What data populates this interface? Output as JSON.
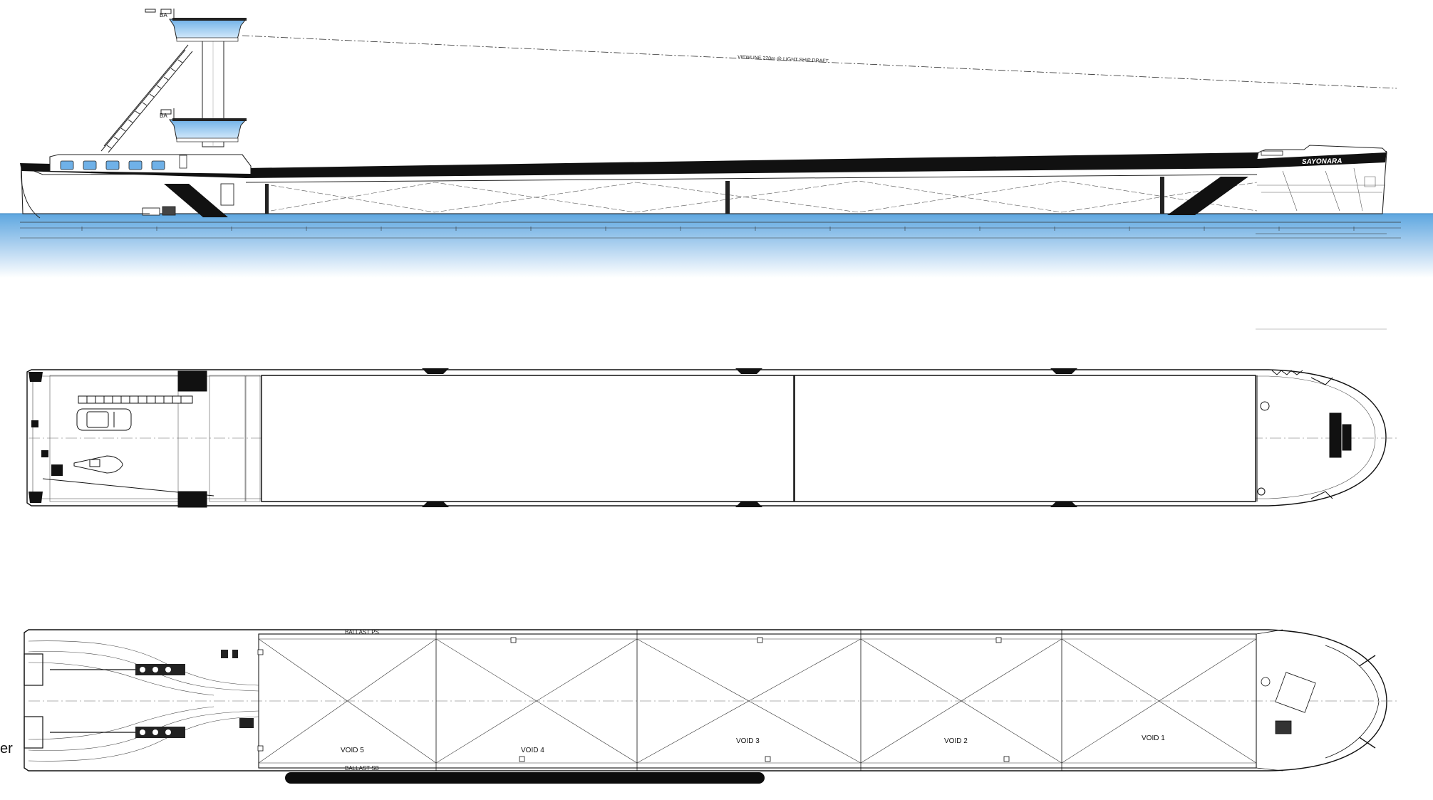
{
  "side_view": {
    "viewline_label": "VIEWLINE 220m @ LIGHT SHIP DRAFT",
    "ship_name": "SAYONARA",
    "mast_tag_top": "BA",
    "mast_tag_lower": "BA"
  },
  "hold_view": {
    "ballast_ps": "BALLAST PS",
    "ballast_sb": "BALLAST SB",
    "voids": [
      "VOID 5",
      "VOID 4",
      "VOID 3",
      "VOID 2",
      "VOID 1"
    ]
  },
  "edge_label": "er",
  "colors": {
    "line": "#1a1a1a",
    "water": "#7fb9e6",
    "glass": "#a9d3f2",
    "hull": "#111111"
  }
}
